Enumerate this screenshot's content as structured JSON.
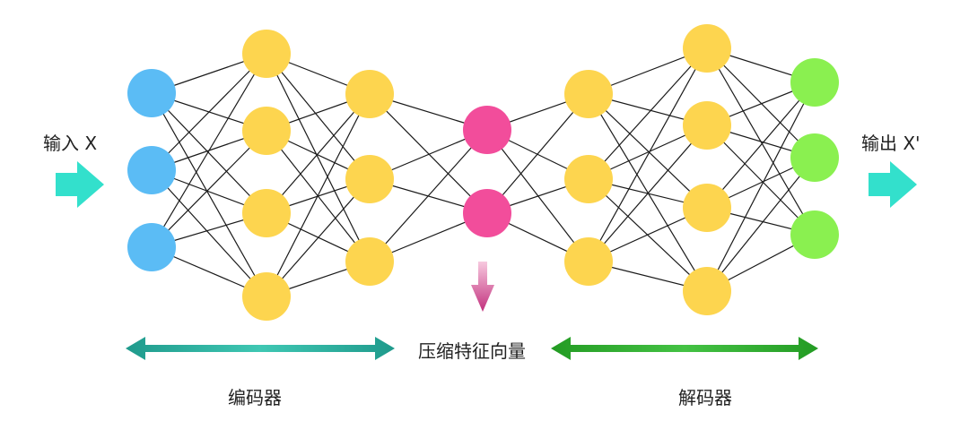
{
  "labels": {
    "input": "输入 X",
    "output": "输出 X'",
    "latent": "压缩特征向量",
    "encoder": "编码器",
    "decoder": "解码器"
  },
  "colors": {
    "input_node": "#5bbcf5",
    "hidden_node": "#fdd54f",
    "latent_node": "#f24d9b",
    "output_node": "#8af050",
    "edge": "#1a1a1a",
    "io_arrow": "#33e0cc",
    "down_arrow": "#d13a86",
    "encoder_arrow": "#23a596",
    "decoder_arrow": "#2aa12a"
  },
  "network": {
    "layers": [
      {
        "name": "input",
        "nodes": 3,
        "color": "input_node"
      },
      {
        "name": "encoder-hidden-1",
        "nodes": 4,
        "color": "hidden_node"
      },
      {
        "name": "encoder-hidden-2",
        "nodes": 3,
        "color": "hidden_node"
      },
      {
        "name": "latent",
        "nodes": 2,
        "color": "latent_node"
      },
      {
        "name": "decoder-hidden-1",
        "nodes": 3,
        "color": "hidden_node"
      },
      {
        "name": "decoder-hidden-2",
        "nodes": 4,
        "color": "hidden_node"
      },
      {
        "name": "output",
        "nodes": 3,
        "color": "output_node"
      }
    ]
  }
}
